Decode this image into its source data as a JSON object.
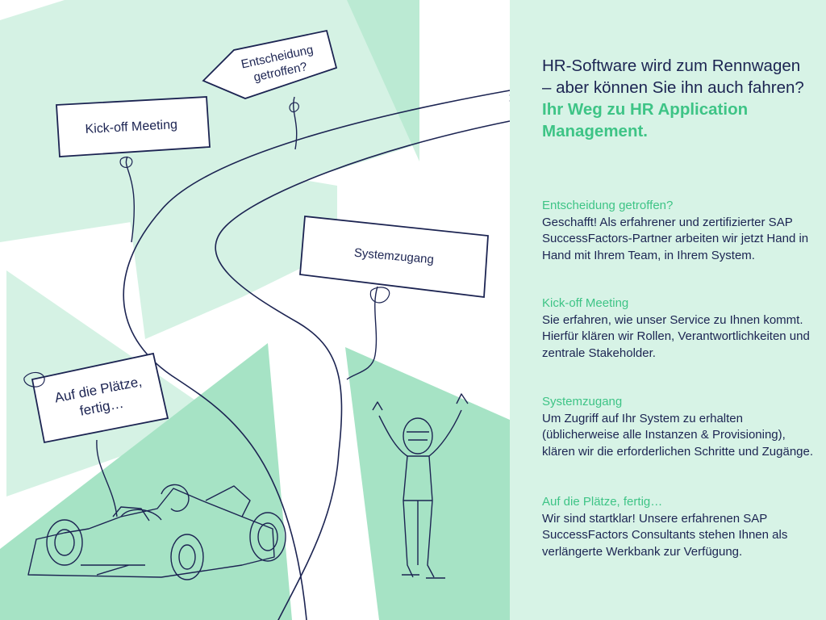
{
  "colors": {
    "navy": "#1c2452",
    "accent_green": "#3ec486",
    "panel_bg": "#d7f3e6",
    "light_green": "#d5f2e4",
    "mid_green": "#a6e3c5"
  },
  "signs": {
    "decision": {
      "line1": "Entscheidung",
      "line2": "getroffen?"
    },
    "kickoff": "Kick-off Meeting",
    "system": "Systemzugang",
    "ready": {
      "line1": "Auf die Plätze,",
      "line2": "fertig…"
    }
  },
  "heading": {
    "line1": "HR-Software wird zum Rennwagen – aber können Sie ihn auch fahren?",
    "line2": "Ihr Weg zu HR Application Management."
  },
  "sections": [
    {
      "title": "Entscheidung getroffen?",
      "body": "Geschafft! Als erfahrener und zertifizierter SAP SuccessFactors-Partner arbeiten wir jetzt Hand in Hand mit Ihrem Team, in Ihrem System."
    },
    {
      "title": "Kick-off Meeting",
      "body": "Sie erfahren, wie unser Service zu Ihnen kommt. Hierfür klären wir Rollen, Verantwortlichkeiten und zentrale Stakeholder."
    },
    {
      "title": "Systemzugang",
      "body": "Um Zugriff auf Ihr System zu erhalten (üblicherweise alle Instanzen & Provisioning), klären wir die erforderlichen Schritte und Zugänge."
    },
    {
      "title": "Auf die Plätze, fertig…",
      "body": "Wir sind startklar! Unsere erfahrenen SAP SuccessFactors Consultants stehen Ihnen als verlängerte Werkbank zur Verfügung."
    }
  ]
}
